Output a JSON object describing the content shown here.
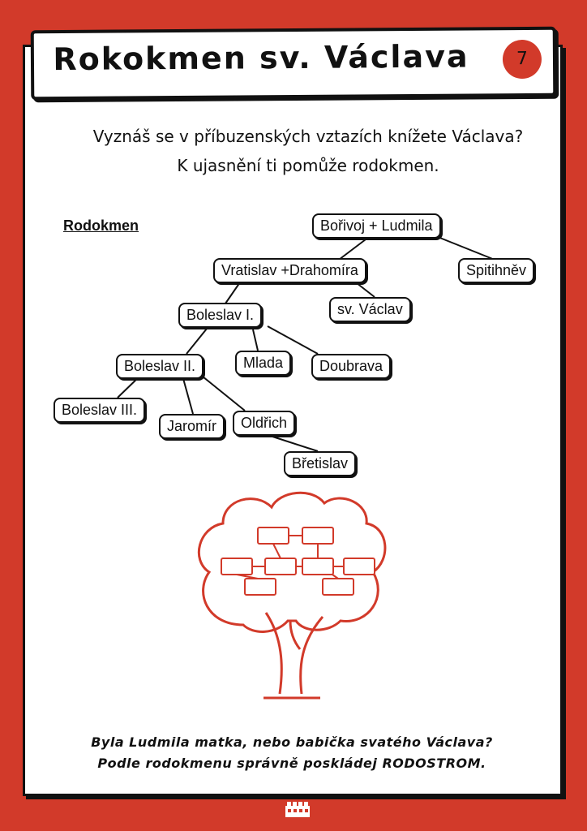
{
  "title": "Rokokmen sv. Václava",
  "page_number": "7",
  "intro": {
    "line1": "Vyznáš se v příbuzenských vztazích knížete Václava?",
    "line2": "K ujasnění ti pomůže rodokmen."
  },
  "tree_label": "Rodokmen",
  "tree": {
    "borivoj": "Bořivoj + Ludmila",
    "vratislav": "Vratislav +Drahomíra",
    "spitihnev": "Spitihněv",
    "vaclav": "sv. Václav",
    "boleslav1": "Boleslav I.",
    "boleslav2": "Boleslav II.",
    "mlada": "Mlada",
    "doubrava": "Doubrava",
    "boleslav3": "Boleslav III.",
    "jaromir": "Jaromír",
    "oldrich": "Oldřich",
    "bretislav": "Břetislav"
  },
  "question": {
    "line1": "Byla Ludmila matka, nebo babička svatého Václava?",
    "line2": "Podle rodokmenu správně poskládej RODOSTROM."
  },
  "colors": {
    "accent": "#d23a2a",
    "ink": "#111111"
  }
}
